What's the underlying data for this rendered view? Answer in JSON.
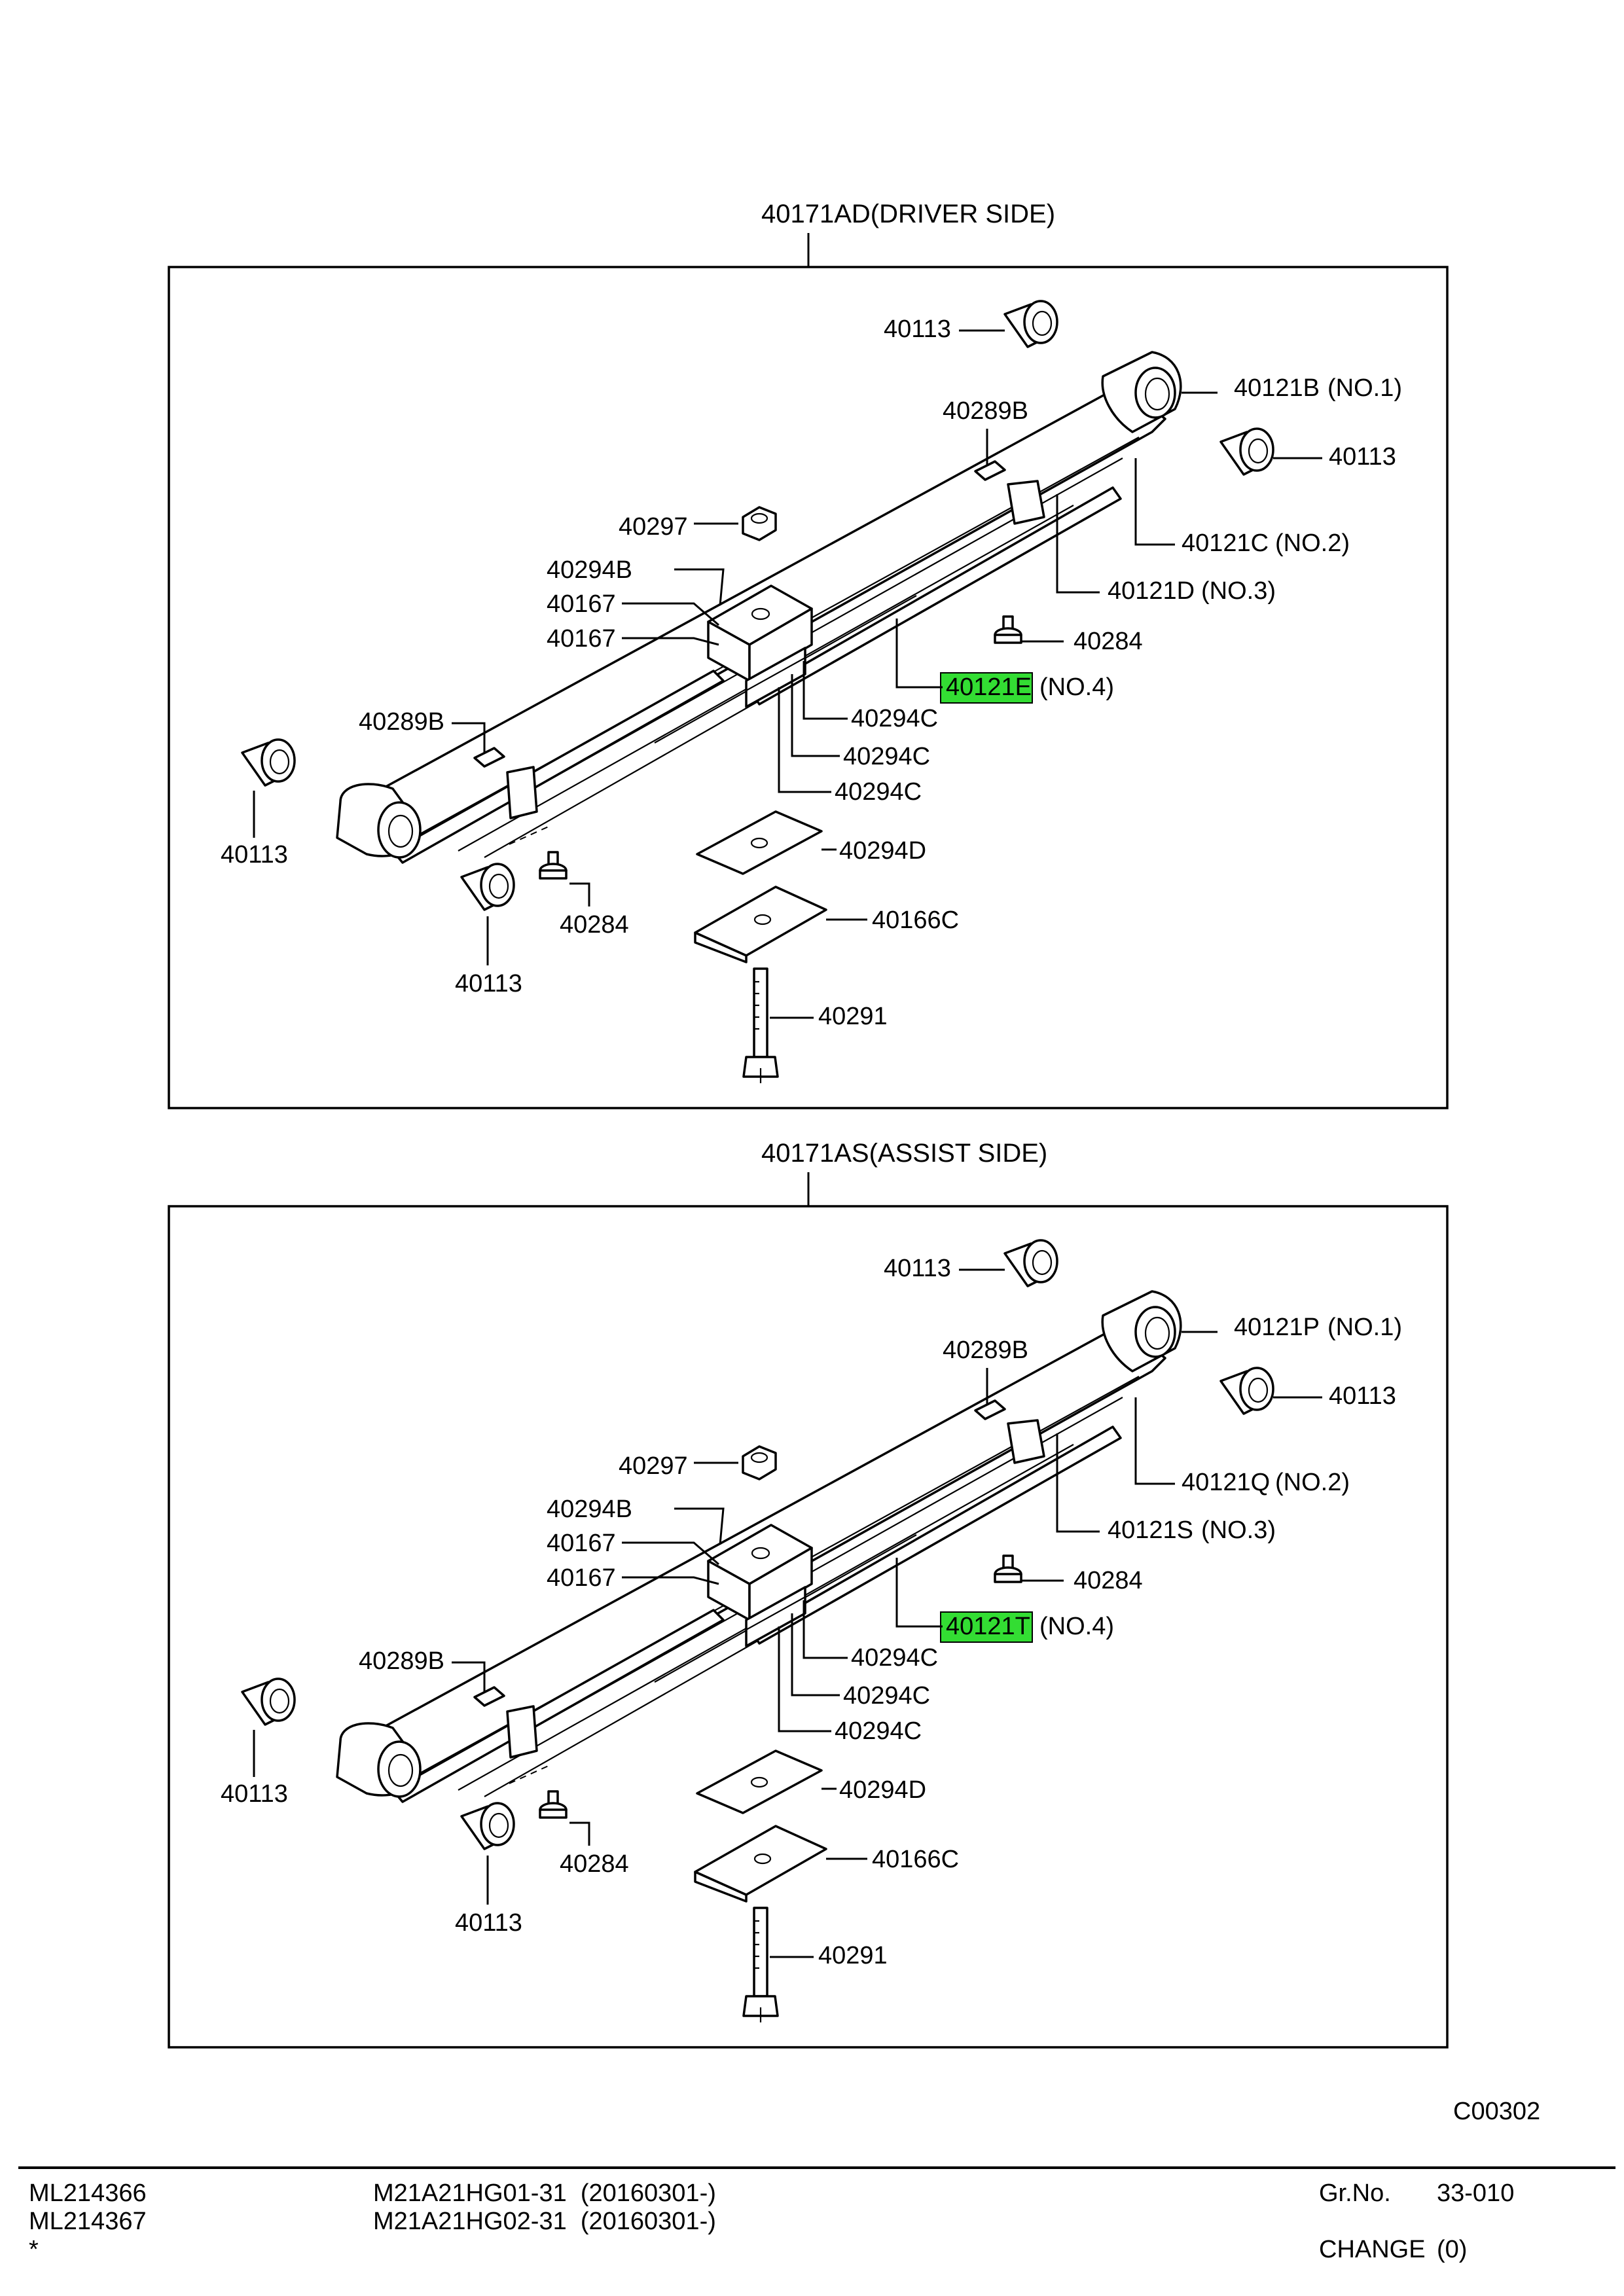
{
  "diagram_code": "C00302",
  "highlight_color": "#33dd33",
  "assemblies": [
    {
      "title": "40171AD(DRIVER SIDE)",
      "labels": {
        "bushing_top": "40113",
        "leaf1": "40121B",
        "leaf1_no": "(NO.1)",
        "bushing_right": "40113",
        "clip_top": "40289B",
        "nut": "40297",
        "leaf2": "40121C",
        "leaf2_no": "(NO.2)",
        "leaf3": "40121D",
        "leaf3_no": "(NO.3)",
        "plate_top": "40294B",
        "spacer1": "40167",
        "spacer2": "40167",
        "bolt_small_right": "40284",
        "leaf4": "40121E",
        "leaf4_no": "(NO.4)",
        "clip_left": "40289B",
        "pad1": "40294C",
        "pad2": "40294C",
        "pad3": "40294C",
        "bushing_left": "40113",
        "plate_d": "40294D",
        "bolt_small_left": "40284",
        "wedge": "40166C",
        "bushing_bottom": "40113",
        "center_bolt": "40291"
      }
    },
    {
      "title": "40171AS(ASSIST SIDE)",
      "labels": {
        "bushing_top": "40113",
        "leaf1": "40121P",
        "leaf1_no": "(NO.1)",
        "bushing_right": "40113",
        "clip_top": "40289B",
        "nut": "40297",
        "leaf2": "40121Q",
        "leaf2_no": "(NO.2)",
        "leaf3": "40121S",
        "leaf3_no": "(NO.3)",
        "plate_top": "40294B",
        "spacer1": "40167",
        "spacer2": "40167",
        "bolt_small_right": "40284",
        "leaf4": "40121T",
        "leaf4_no": "(NO.4)",
        "clip_left": "40289B",
        "pad1": "40294C",
        "pad2": "40294C",
        "pad3": "40294C",
        "bushing_left": "40113",
        "plate_d": "40294D",
        "bolt_small_left": "40284",
        "wedge": "40166C",
        "bushing_bottom": "40113",
        "center_bolt": "40291"
      }
    }
  ],
  "footer": {
    "models": [
      "ML214366",
      "ML214367",
      "*"
    ],
    "codes": [
      "M21A21HG01-31  (20160301-)",
      "M21A21HG02-31  (20160301-)"
    ],
    "group_label": "Gr.No.",
    "group_value": "33-010",
    "change_label": "CHANGE",
    "change_value": "(0)"
  }
}
